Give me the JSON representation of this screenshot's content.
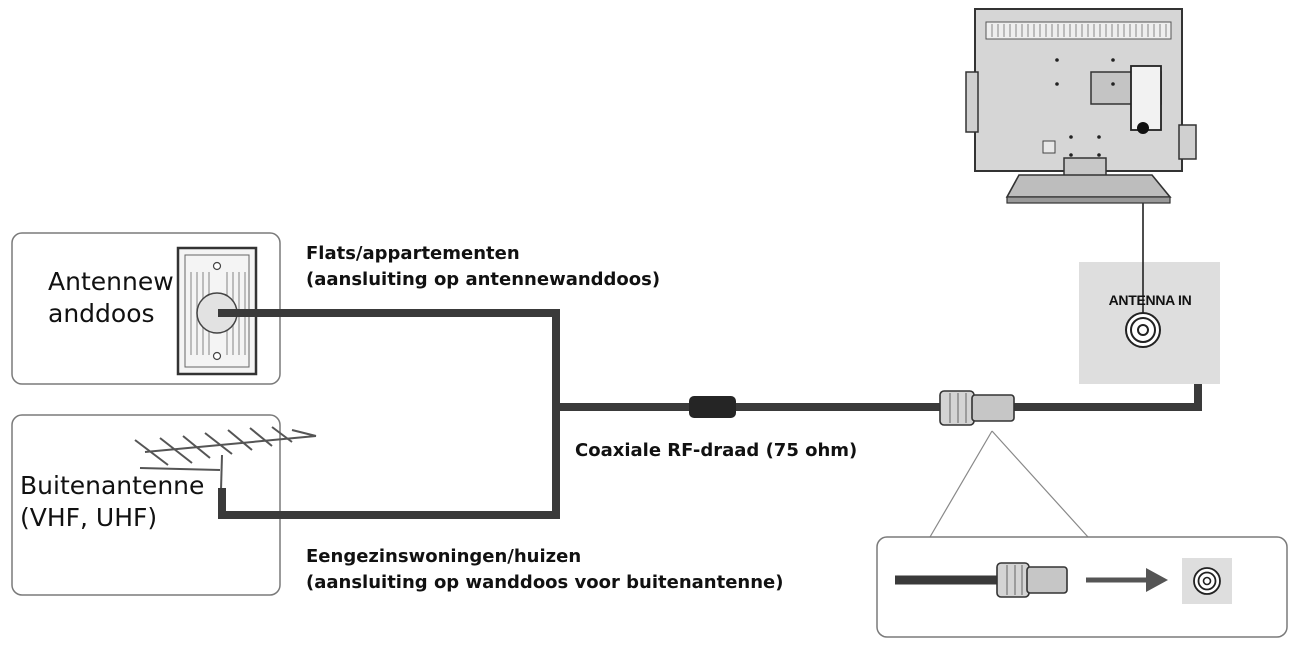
{
  "wall_box": {
    "label_line1": "Antennew",
    "label_line2": "anddoos"
  },
  "outdoor": {
    "label_line1": "Buitenantenne",
    "label_line2": "(VHF, UHF)"
  },
  "flats": {
    "line1": "Flats/appartementen",
    "line2": "(aansluiting op antennewanddoos)"
  },
  "houses": {
    "line1": "Eengezinswoningen/huizen",
    "line2": "(aansluiting op wanddoos voor buitenantenne)"
  },
  "cable": {
    "label": "Coaxiale RF-draad (75 ohm)"
  },
  "tv_port": {
    "label": "ANTENNA IN"
  },
  "colors": {
    "cable": "#3a3a3a",
    "panel": "#dedede",
    "box_border": "#7a7a7a"
  }
}
